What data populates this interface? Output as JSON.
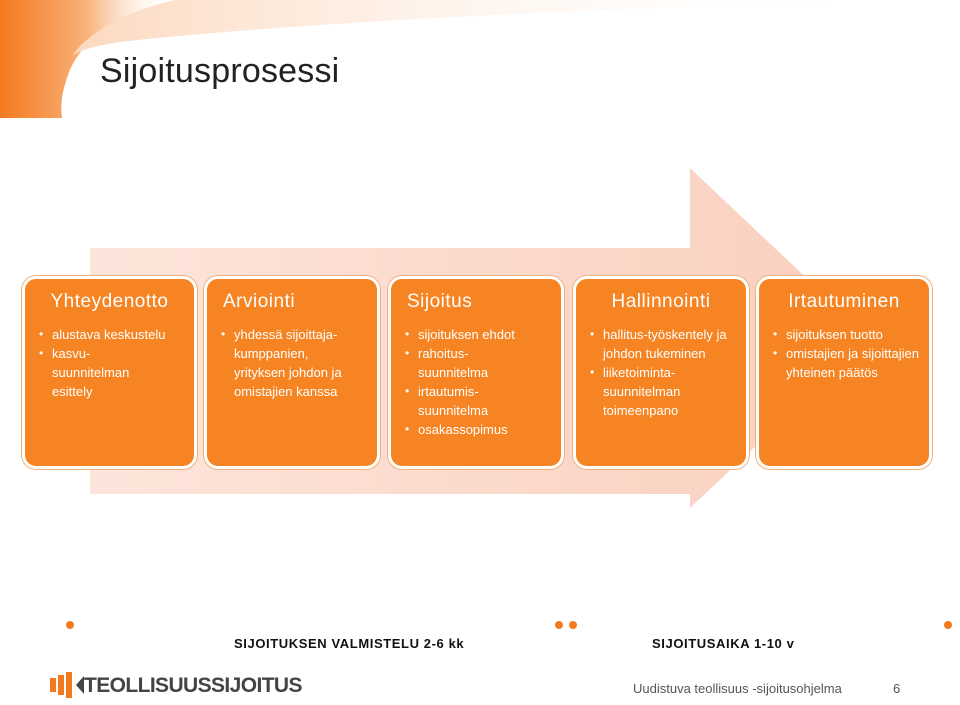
{
  "slide": {
    "title": "Sijoitusprosessi",
    "accent_color": "#f68422",
    "arrow_color": "#fbdcd0"
  },
  "stages": [
    {
      "title": "Yhteydenotto",
      "items": [
        "alustava keskustelu",
        "kasvu-suunnitelman esittely"
      ]
    },
    {
      "title": "Arviointi",
      "items": [
        "yhdessä sijoittaja-kumppanien, yrityksen johdon ja omistajien kanssa"
      ]
    },
    {
      "title": "Sijoitus",
      "items": [
        "sijoituksen ehdot",
        "rahoitus-suunnitelma",
        "irtautumis-suunnitelma",
        "osakassopimus"
      ]
    },
    {
      "title": "Hallinnointi",
      "items": [
        "hallitus-työskentely ja johdon tukeminen",
        "liiketoiminta-suunnitelman toimeenpano"
      ]
    },
    {
      "title": "Irtautuminen",
      "items": [
        "sijoituksen tuotto",
        "omistajien ja sijoittajien yhteinen päätös"
      ]
    }
  ],
  "timeline": {
    "preparation_label": "SIJOITUKSEN VALMISTELU 2-6 kk",
    "investment_label": "SIJOITUSAIKA 1-10 v"
  },
  "footer": {
    "logo_text": "TEOLLISUUSSIJOITUS",
    "program_text": "Uudistuva teollisuus -sijoitusohjelma",
    "page_number": "6"
  }
}
